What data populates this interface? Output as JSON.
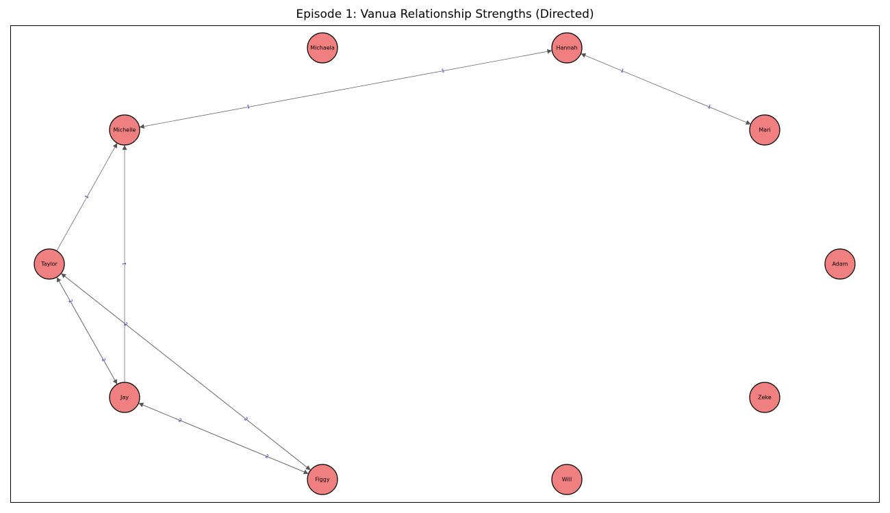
{
  "title": "Episode 1: Vanua Relationship Strengths (Directed)",
  "colors": {
    "node_fill": "#f08080",
    "node_stroke": "#000000",
    "edge": "#555555",
    "edge_label": "#1a1acc"
  },
  "nodes": [
    "Michaela",
    "Hannah",
    "Michelle",
    "Mari",
    "Taylor",
    "Adam",
    "Jay",
    "Zeke",
    "Figgy",
    "Will"
  ],
  "edges": [
    {
      "source": "Michelle",
      "target": "Hannah",
      "weight": 1
    },
    {
      "source": "Hannah",
      "target": "Michelle",
      "weight": 1
    },
    {
      "source": "Hannah",
      "target": "Mari",
      "weight": 1
    },
    {
      "source": "Mari",
      "target": "Hannah",
      "weight": 1
    },
    {
      "source": "Taylor",
      "target": "Michelle",
      "weight": 1
    },
    {
      "source": "Jay",
      "target": "Michelle",
      "weight": 1
    },
    {
      "source": "Taylor",
      "target": "Jay",
      "weight": 2
    },
    {
      "source": "Jay",
      "target": "Taylor",
      "weight": 2
    },
    {
      "source": "Taylor",
      "target": "Figgy",
      "weight": 2
    },
    {
      "source": "Figgy",
      "target": "Taylor",
      "weight": 2
    },
    {
      "source": "Jay",
      "target": "Figgy",
      "weight": 2
    },
    {
      "source": "Figgy",
      "target": "Jay",
      "weight": 2
    }
  ]
}
